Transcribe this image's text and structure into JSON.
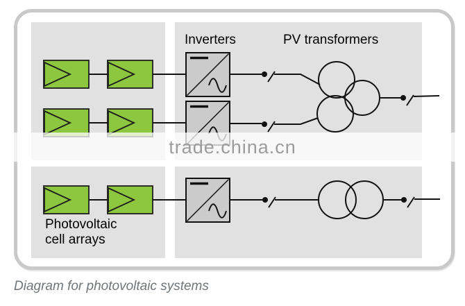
{
  "page": {
    "caption": "Diagram for photovoltaic systems",
    "watermark": "trade.china.cn"
  },
  "diagram": {
    "labels": {
      "inverters": "Inverters",
      "pv_transformers": "PV transformers",
      "pv_cell_arrays_line1": "Photovoltaic",
      "pv_cell_arrays_line2": "cell arrays"
    },
    "structure": {
      "strings": [
        {
          "id": "string-1",
          "pv_array_count": 2,
          "has_inverter": true,
          "has_switch": true,
          "transformer": "three-winding"
        },
        {
          "id": "string-2",
          "pv_array_count": 2,
          "has_inverter": true,
          "has_switch": true,
          "transformer": "three-winding"
        },
        {
          "id": "string-3",
          "pv_array_count": 2,
          "has_inverter": true,
          "has_switch": true,
          "transformer": "two-winding"
        }
      ]
    },
    "colors": {
      "pv_array_green": "#8dc63f",
      "pv_outline": "#1c1c1c",
      "panel_gray": "#e1e1e1",
      "inverter_gray": "#cbcbcb",
      "wire_black": "#111111",
      "frame_border_gray": "#c9c9c9",
      "caption_gray": "#70757a",
      "watermark_gray": "#9c9c9c",
      "band_white": "rgba(255,255,255,0.75)"
    }
  }
}
